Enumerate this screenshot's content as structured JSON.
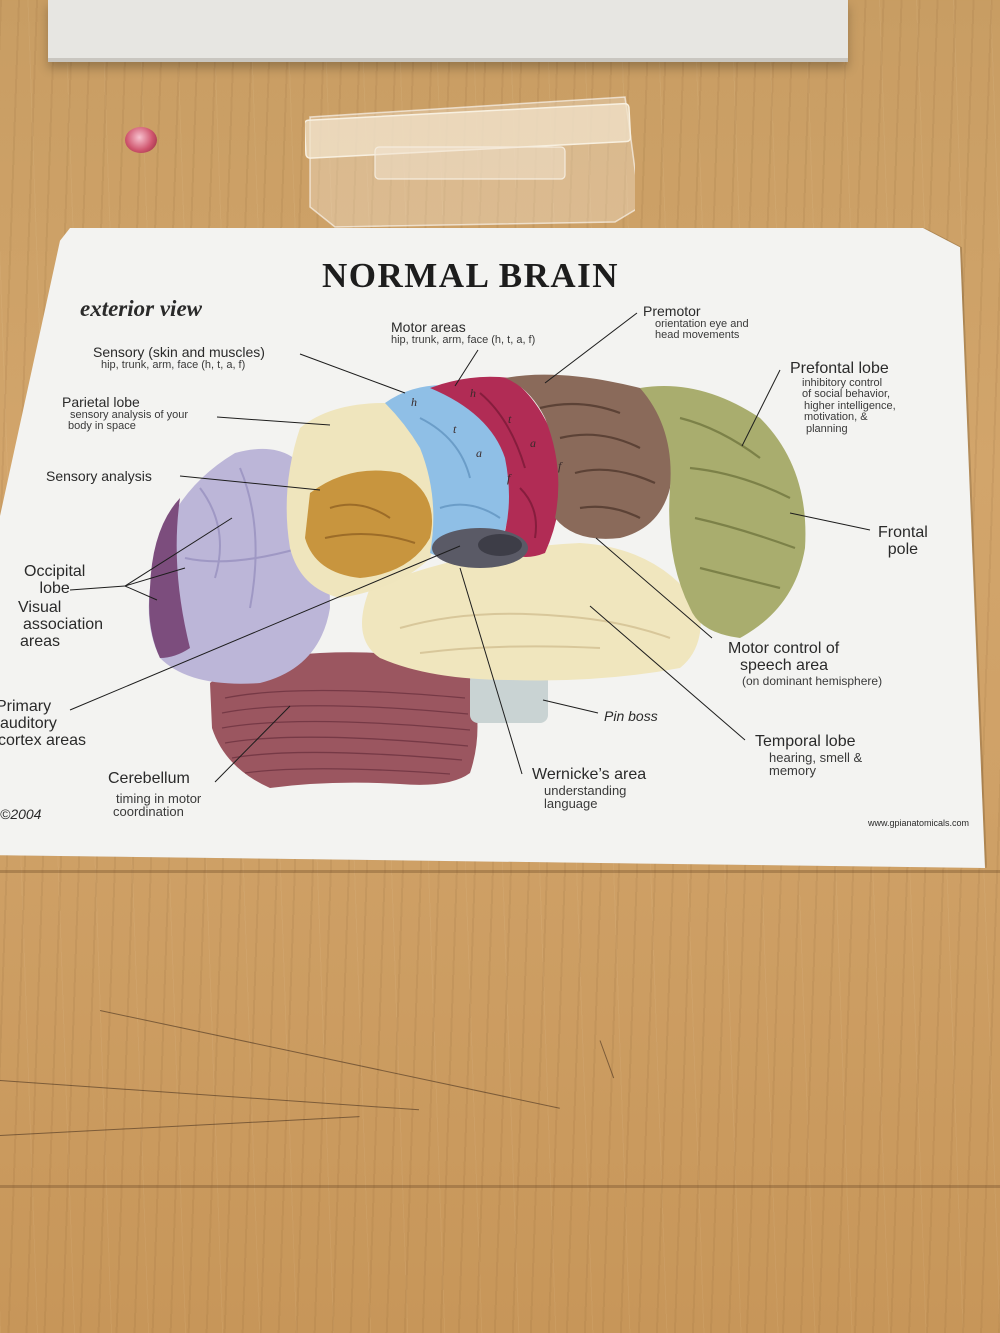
{
  "card": {
    "title": "NORMAL BRAIN",
    "subtitle": "exterior view",
    "copyright": "©2004",
    "website": "www.gpianatomicals.com"
  },
  "labels": {
    "motor_areas": {
      "main": "Motor areas",
      "sub": "hip, trunk, arm, face (h, t, a, f)"
    },
    "premotor": {
      "main": "Premotor",
      "sub1": "orientation eye and",
      "sub2": "head movements"
    },
    "sensory": {
      "main": "Sensory (skin and muscles)",
      "sub": "hip, trunk, arm, face (h, t, a, f)"
    },
    "parietal": {
      "main": "Parietal lobe",
      "sub1": "sensory analysis of your",
      "sub2": "body in space"
    },
    "prefrontal": {
      "main": "Prefontal lobe",
      "sub1": "inhibitory control",
      "sub2": "of social behavior,",
      "sub3": "higher intelligence,",
      "sub4": "motivation, &",
      "sub5": "planning"
    },
    "sensory_analysis": {
      "main": "Sensory analysis"
    },
    "frontal_pole": {
      "line1": "Frontal",
      "line2": "pole"
    },
    "occipital": {
      "line1": "Occipital",
      "line2": "lobe"
    },
    "visual_assoc": {
      "line1": "Visual",
      "line2": "association",
      "line3": "areas"
    },
    "motor_speech": {
      "line1": "Motor control of",
      "line2": "speech area",
      "sub": "(on dominant hemisphere)"
    },
    "primary_auditory": {
      "line1": "Primary",
      "line2": "auditory",
      "line3": "cortex areas"
    },
    "pin_boss": {
      "main": "Pin boss"
    },
    "temporal": {
      "main": "Temporal lobe",
      "sub1": "hearing, smell &",
      "sub2": "memory"
    },
    "cerebellum": {
      "main": "Cerebellum",
      "sub1": "timing in motor",
      "sub2": "coordination"
    },
    "wernicke": {
      "main": "Wernicke’s area",
      "sub1": "understanding",
      "sub2": "language"
    }
  },
  "region_letters": {
    "h1": "h",
    "t1": "t",
    "a1": "a",
    "f1": "f",
    "h2": "h",
    "t2": "t",
    "a2": "a",
    "f2": "f"
  },
  "colors": {
    "card": "#f3f3f1",
    "frontal": "#a9ad6e",
    "premotor": "#8a6a5a",
    "motor": "#b12c55",
    "sensory": "#8fbfe6",
    "parietal": "#efe5bd",
    "sensory_analysis": "#c8953e",
    "occipital": "#bcb6d8",
    "temporal": "#f0e6be",
    "cerebellum": "#9b5660",
    "wernicke": "#5a5a66",
    "pin_boss": "#c9d3d3",
    "wood": "#cfa167"
  }
}
